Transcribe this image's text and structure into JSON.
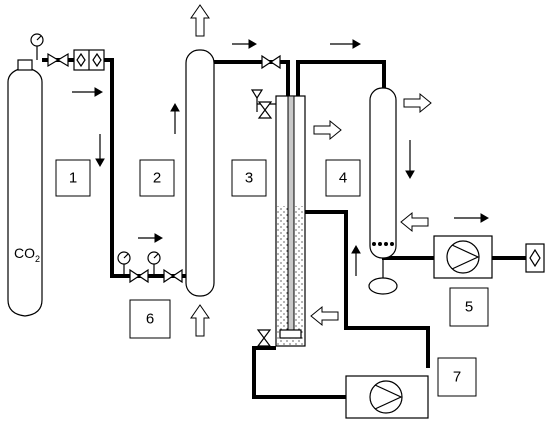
{
  "cylinder": {
    "label": "CO",
    "subscript": "2"
  },
  "labels": [
    "1",
    "2",
    "3",
    "4",
    "5",
    "6",
    "7"
  ]
}
